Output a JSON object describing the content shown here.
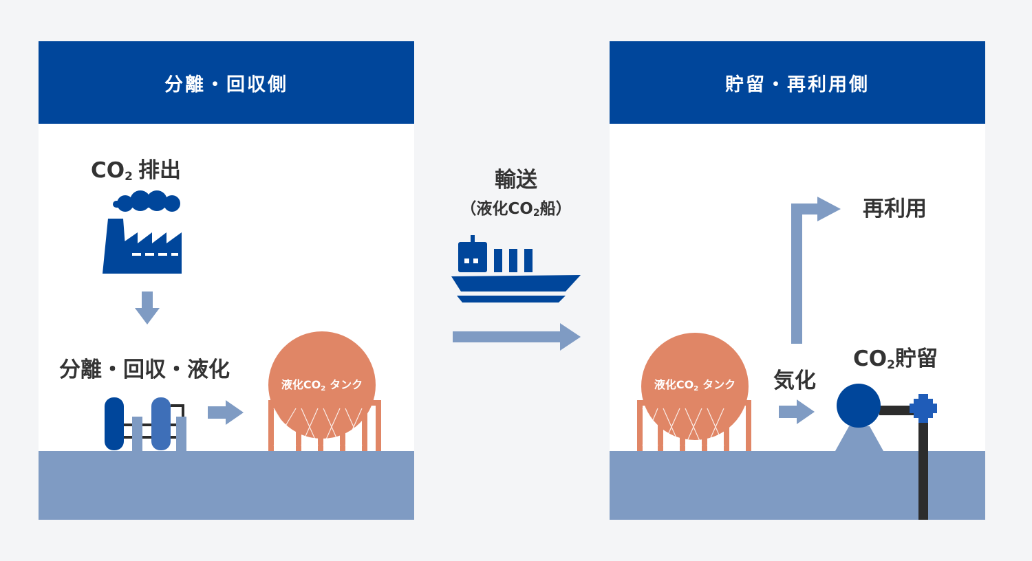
{
  "left_panel": {
    "header": "分離・回収側",
    "emission_label": {
      "prefix": "CO",
      "subscript": "2",
      "suffix": "排出"
    },
    "separation_label": "分離・回収・液化",
    "tank_label": {
      "prefix": "液化CO",
      "subscript": "2",
      "suffix": "タンク"
    }
  },
  "transport": {
    "title": "輸送",
    "subtitle": {
      "prefix": "（液化CO",
      "subscript": "2",
      "suffix": "船）"
    }
  },
  "right_panel": {
    "header": "貯留・再利用側",
    "tank_label": {
      "prefix": "液化CO",
      "subscript": "2",
      "suffix": "タンク"
    },
    "vaporize_label": "気化",
    "reuse_label": "再利用",
    "storage_label": {
      "prefix": "CO",
      "subscript": "2",
      "suffix": "貯留"
    }
  },
  "colors": {
    "header_blue": "#00469b",
    "arrow_blue": "#7f9bc3",
    "ground_blue": "#7f9bc3",
    "tank_orange": "#e08666",
    "text_dark": "#333333"
  }
}
